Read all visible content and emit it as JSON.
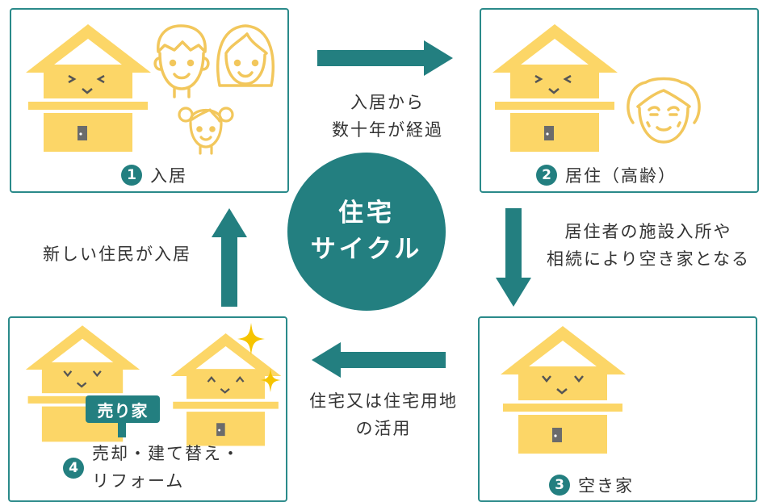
{
  "center": {
    "line1": "住宅",
    "line2": "サイクル"
  },
  "panels": {
    "p1": {
      "num": "1",
      "label": "入居"
    },
    "p2": {
      "num": "2",
      "label": "居住（高齢）"
    },
    "p3": {
      "num": "3",
      "label": "空き家"
    },
    "p4": {
      "num": "4",
      "label_line1": "売却・建て替え・",
      "label_line2": "リフォーム"
    }
  },
  "arrows": {
    "top": {
      "line1": "入居から",
      "line2": "数十年が経過"
    },
    "right": {
      "line1": "居住者の施設入所や",
      "line2": "相続により空き家となる"
    },
    "bottom": {
      "line1": "住宅又は住宅用地",
      "line2": "の活用"
    },
    "left": {
      "line1": "新しい住民が入居"
    }
  },
  "sale_sign": "売り家",
  "colors": {
    "teal": "#237f80",
    "house_yellow": "#fcd667",
    "border": "#2a8a8a",
    "sparkle": "#f6c400"
  }
}
